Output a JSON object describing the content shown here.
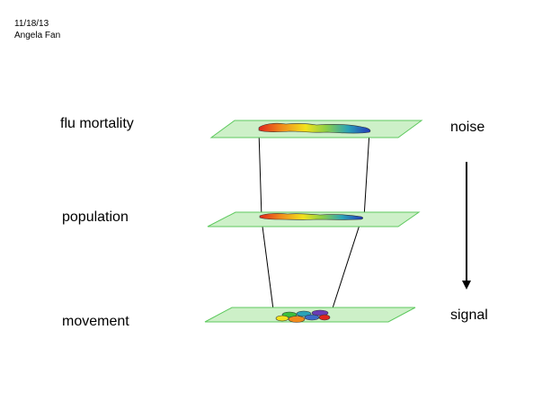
{
  "header": {
    "date": "11/18/13",
    "author": "Angela Fan"
  },
  "layers": {
    "top": {
      "label": "flu mortality"
    },
    "middle": {
      "label": "population"
    },
    "bottom": {
      "label": "movement"
    }
  },
  "scale": {
    "start_label": "noise",
    "end_label": "signal"
  },
  "colors": {
    "plane_fill": "#cdf0c8",
    "plane_stroke": "#5ec95e",
    "connector": "#000000"
  }
}
